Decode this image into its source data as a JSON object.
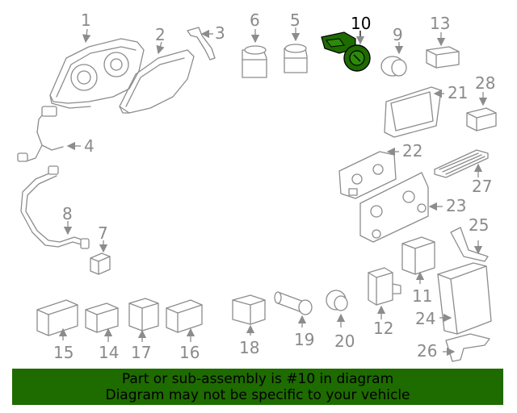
{
  "callouts": [
    "1",
    "2",
    "3",
    "4",
    "5",
    "6",
    "7",
    "8",
    "9",
    "10",
    "11",
    "12",
    "13",
    "14",
    "15",
    "16",
    "17",
    "18",
    "19",
    "20",
    "21",
    "22",
    "23",
    "24",
    "25",
    "26",
    "27",
    "28"
  ],
  "highlighted_callout": "10",
  "highlight_color": "#1e6b00",
  "banner": {
    "line1": "Part or sub-assembly is #10 in diagram",
    "line2": "Diagram may not be specific to your vehicle",
    "color": "#1e6b00"
  }
}
